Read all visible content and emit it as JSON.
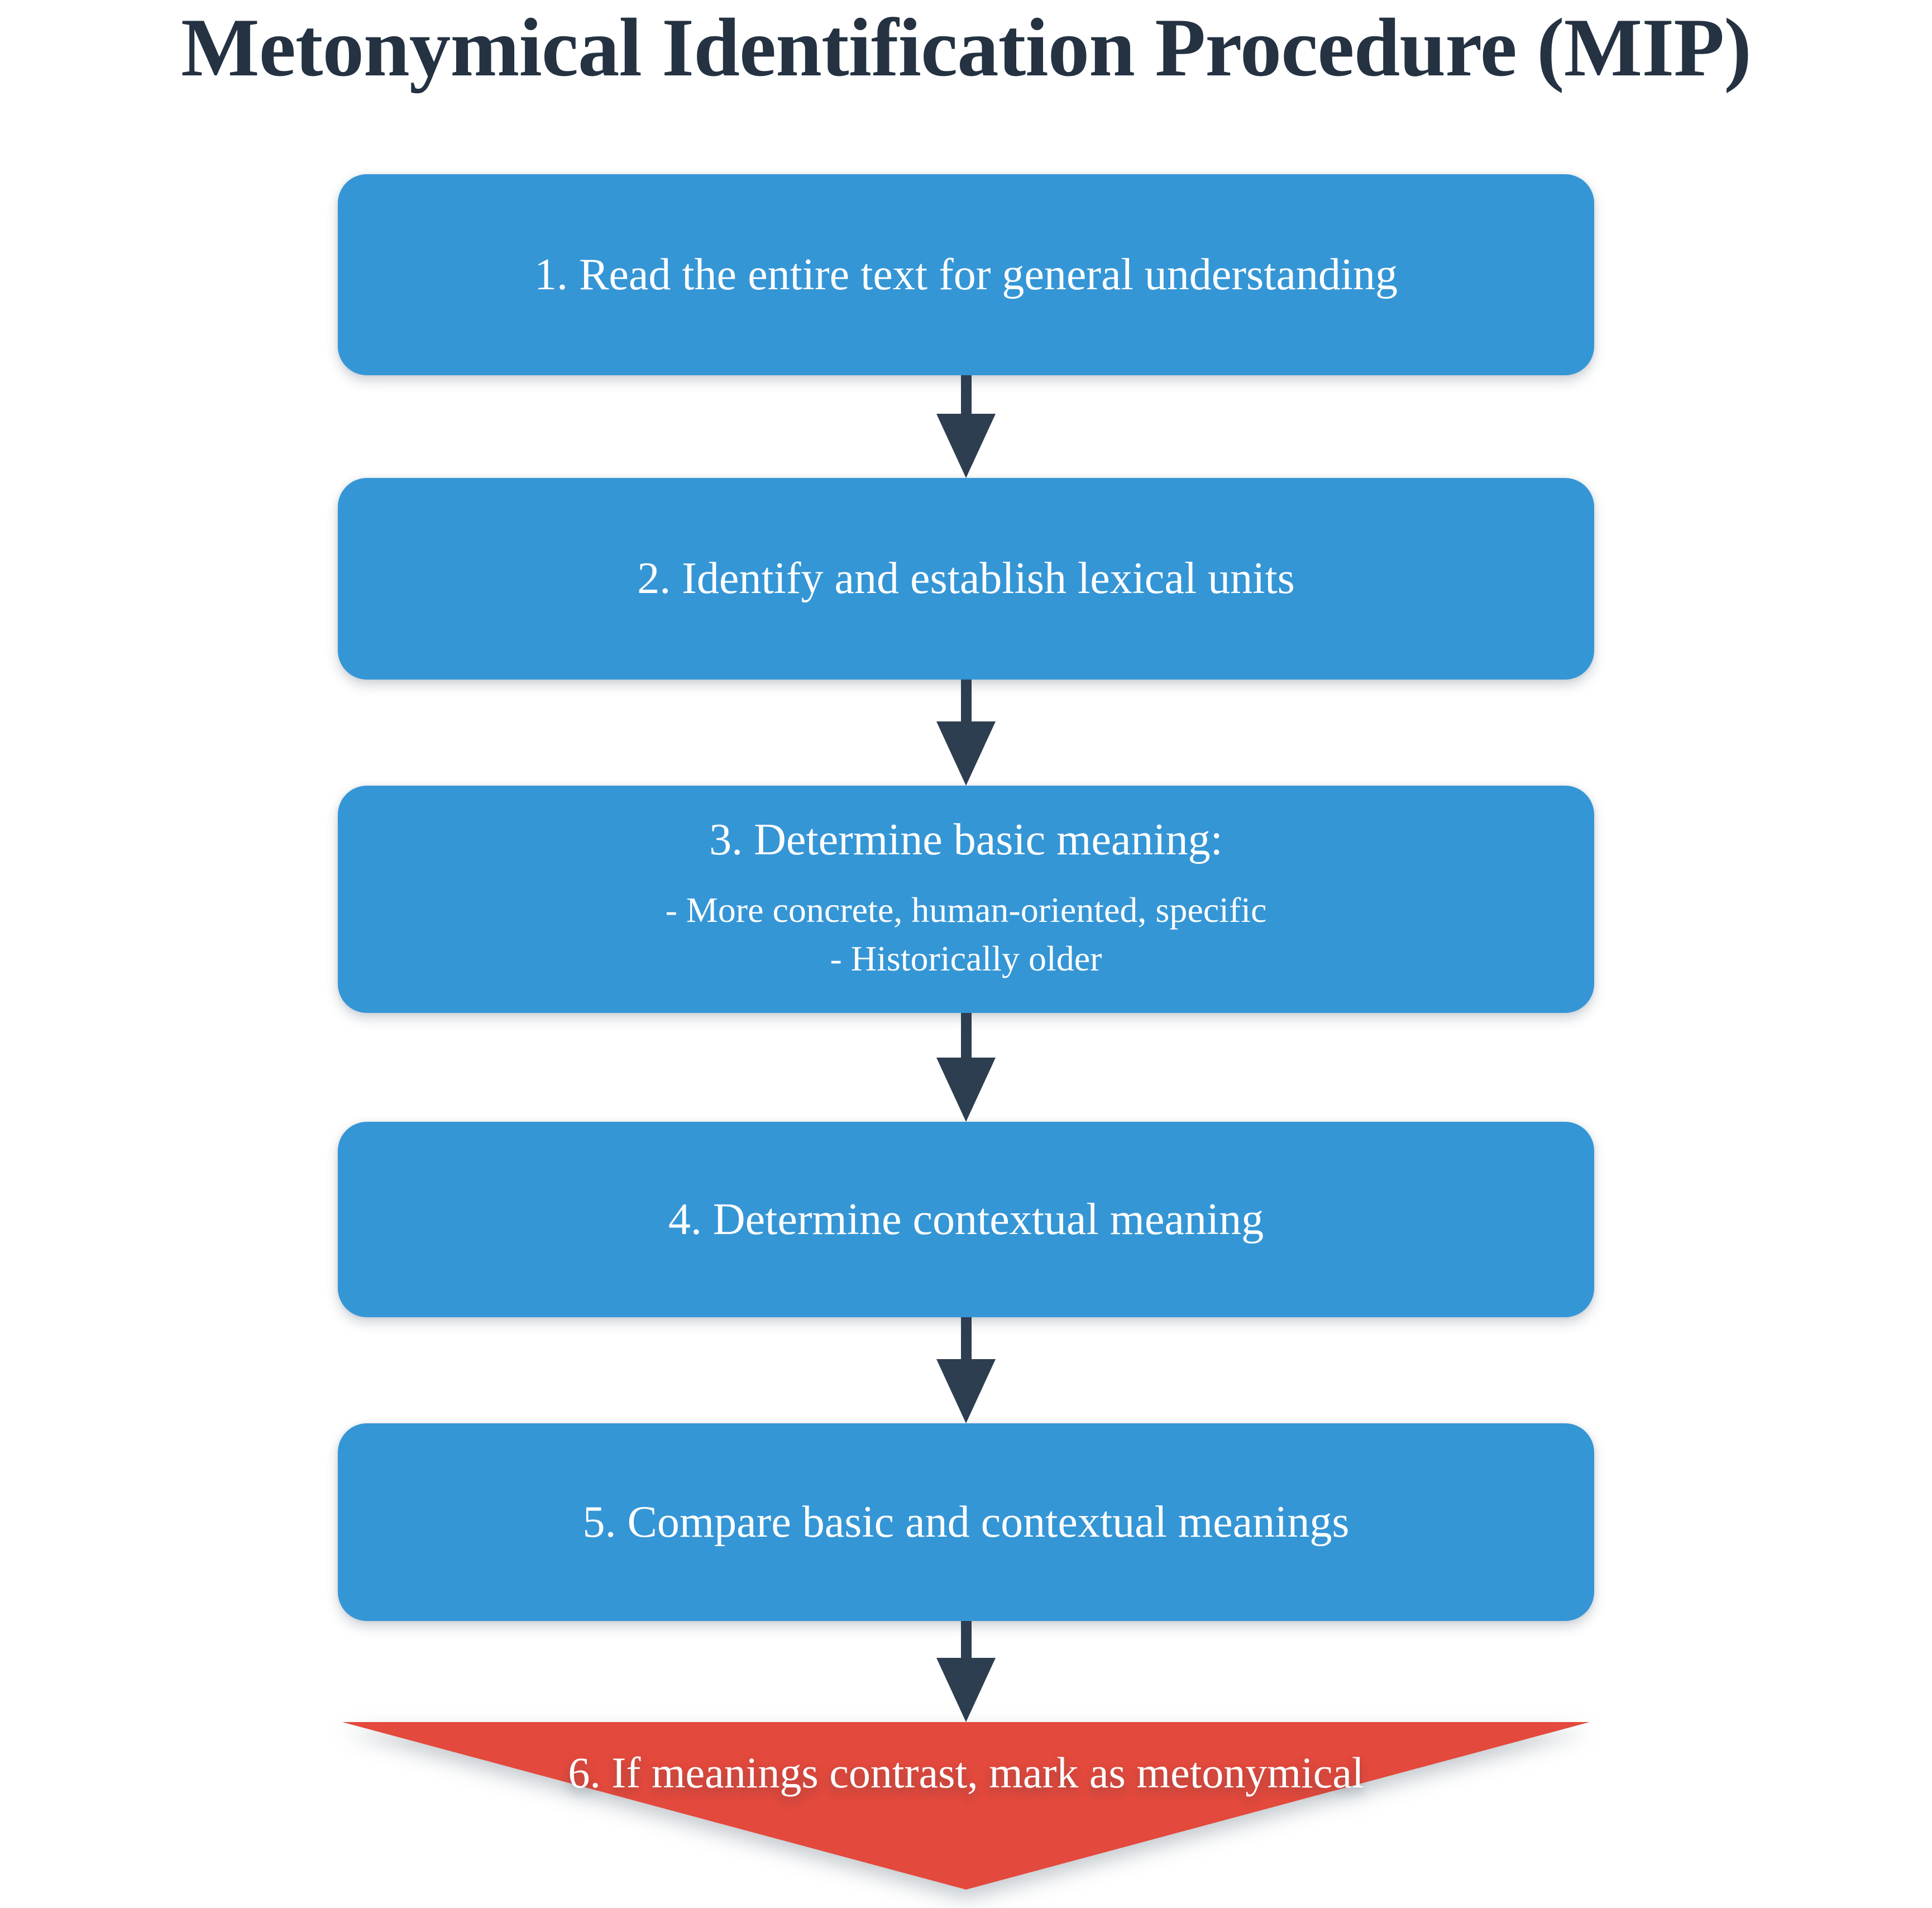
{
  "title": "Metonymical Identification Procedure (MIP)",
  "colors": {
    "step_box_blue": "#3596d6",
    "arrow_navy": "#2d3e50",
    "final_triangle_red": "#e3493c",
    "title_navy": "#243242",
    "step_text": "#ffffff"
  },
  "steps": [
    {
      "label": "1. Read the entire text for general understanding"
    },
    {
      "label": "2. Identify and establish lexical units"
    },
    {
      "label": "3. Determine basic meaning:",
      "sublines": [
        "- More concrete, human-oriented, specific",
        "- Historically older"
      ]
    },
    {
      "label": "4. Determine contextual meaning"
    },
    {
      "label": "5. Compare basic and contextual meanings"
    }
  ],
  "final_step": {
    "label": "6. If meanings contrast, mark as metonymical"
  }
}
